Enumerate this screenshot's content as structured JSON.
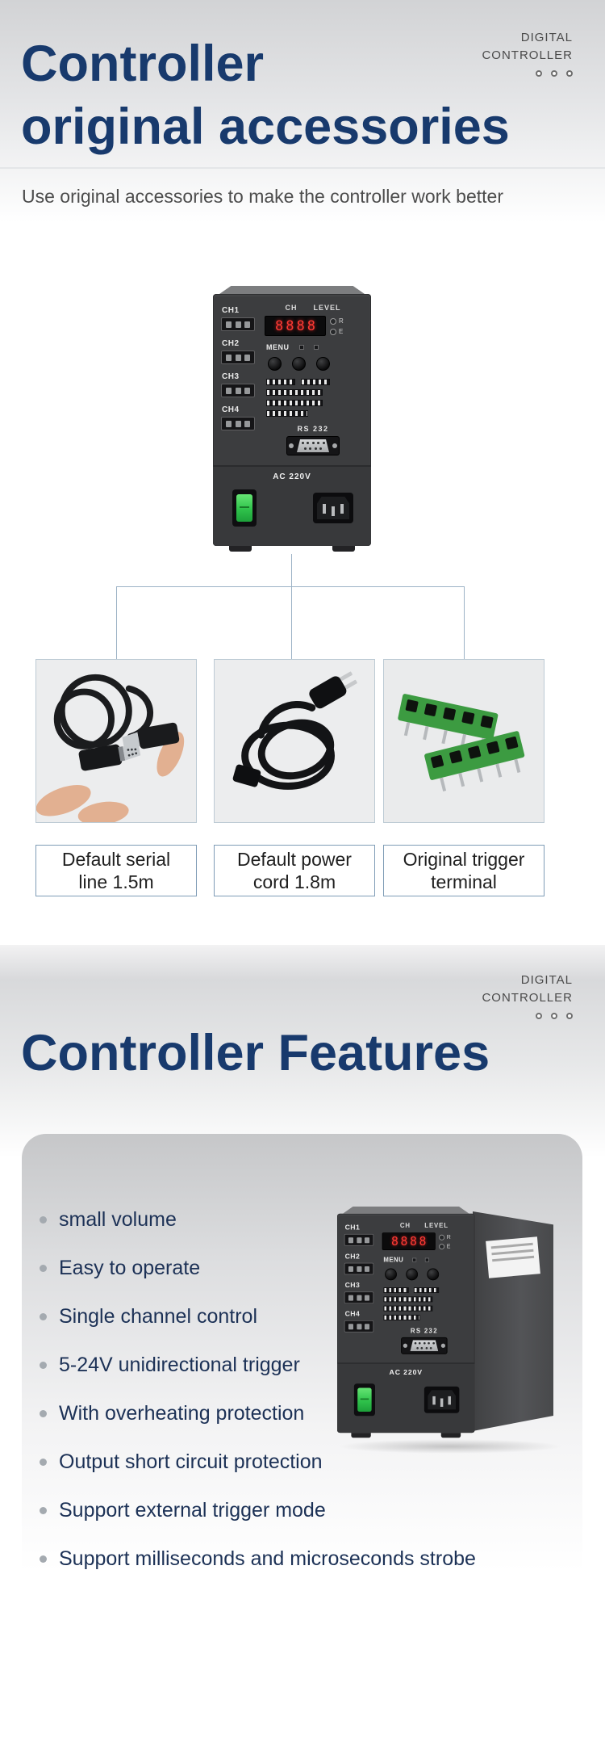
{
  "badge": {
    "line1": "DIGITAL",
    "line2": "CONTROLLER"
  },
  "section1": {
    "title_line1": "Controller",
    "title_line2": "original accessories",
    "subtitle": "Use original accessories to make the controller work better",
    "accessories": [
      {
        "line1": "Default serial",
        "line2": "line 1.5m"
      },
      {
        "line1": "Default power",
        "line2": "cord 1.8m"
      },
      {
        "line1": "Original trigger",
        "line2": "terminal"
      }
    ]
  },
  "section2": {
    "title": "Controller Features",
    "features": [
      "small volume",
      "Easy to operate",
      "Single channel control",
      "5-24V unidirectional trigger",
      "With overheating protection",
      "Output short circuit protection",
      "Support external trigger mode",
      "Support milliseconds and microseconds strobe"
    ]
  },
  "controller": {
    "channels": [
      "CH1",
      "CH2",
      "CH3",
      "CH4"
    ],
    "header_ch": "CH",
    "header_level": "LEVEL",
    "display_value": "8888",
    "indicators": [
      "R",
      "E"
    ],
    "menu_label": "MENU",
    "rs232_label": "RS 232",
    "ac_label": "AC 220V"
  },
  "colors": {
    "heading": "#183a6d",
    "feature_text": "#1c3156",
    "connector_line": "#9db3c6",
    "power_switch_green": "#2fc24b"
  }
}
